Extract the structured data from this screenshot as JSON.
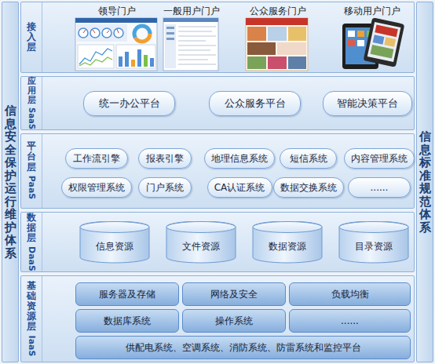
{
  "diagram": {
    "nodes": [
      {
        "text": [
          "信息安全保护运行维护体系"
        ]
      },
      {
        "text": [
          "接入层"
        ]
      },
      {
        "text": [
          "领导门户"
        ],
        "in": 1
      },
      {
        "text": [
          "一般用户门户"
        ],
        "in": 1
      },
      {
        "text": [
          "公众服务门户"
        ],
        "in": 1
      },
      {
        "text": [
          "移动用户门户"
        ],
        "in": 1
      },
      {
        "text": [
          "应用层",
          "SaaS"
        ]
      },
      {
        "text": [
          "统一办公平台"
        ],
        "in": 6
      },
      {
        "text": [
          "公众服务平台"
        ],
        "in": 6
      },
      {
        "text": [
          "智能决策平台"
        ],
        "in": 6
      },
      {
        "text": [
          "平台层",
          "PaaS"
        ]
      },
      {
        "text": [
          "工作流引擎"
        ],
        "in": 10
      },
      {
        "text": [
          "报表引擎"
        ],
        "in": 10
      },
      {
        "text": [
          "地理信息系统"
        ],
        "in": 10
      },
      {
        "text": [
          "短信系统"
        ],
        "in": 10
      },
      {
        "text": [
          "内容管理系统"
        ],
        "in": 10
      },
      {
        "text": [
          "权限管理系统"
        ],
        "in": 10
      },
      {
        "text": [
          "门户系统"
        ],
        "in": 10
      },
      {
        "text": [
          "CA认证系统"
        ],
        "in": 10
      },
      {
        "text": [
          "数据交换系统"
        ],
        "in": 10
      },
      {
        "text": [
          "......"
        ],
        "in": 10
      },
      {
        "text": [
          "数据层",
          "DaaS"
        ]
      },
      {
        "text": [
          "信息资源"
        ],
        "in": 21
      },
      {
        "text": [
          "文件资源"
        ],
        "in": 21
      },
      {
        "text": [
          "数据资源"
        ],
        "in": 21
      },
      {
        "text": [
          "目录资源"
        ],
        "in": 21
      },
      {
        "text": [
          "基础资源层",
          "IaaS"
        ]
      },
      {
        "text": [
          "服务器及存储"
        ],
        "in": 26
      },
      {
        "text": [
          "网络及安全"
        ],
        "in": 26
      },
      {
        "text": [
          "负载均衡"
        ],
        "in": 26
      },
      {
        "text": [
          "数据库系统"
        ],
        "in": 26
      },
      {
        "text": [
          "操作系统"
        ],
        "in": 26
      },
      {
        "text": [
          "......"
        ],
        "in": 26
      },
      {
        "text": [
          "供配电系统、空调系统、消防系统、防雷系统和监控平台"
        ],
        "in": 26
      },
      {
        "text": [
          "信息标准规范体系"
        ]
      }
    ]
  }
}
